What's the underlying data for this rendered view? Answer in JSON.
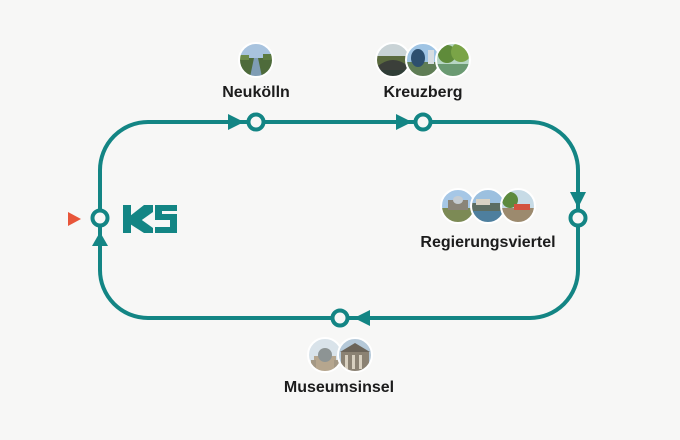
{
  "colors": {
    "route": "#138584",
    "start_marker": "#e8563a",
    "background": "#f7f7f6",
    "label": "#1c1c1c"
  },
  "logo": {
    "text": "K5"
  },
  "stops": [
    {
      "label": "Neukölln",
      "thumbnail_icons": [
        "canal-landscape-photo-icon"
      ]
    },
    {
      "label": "Kreuzberg",
      "thumbnail_icons": [
        "bridge-photo-icon",
        "skyline-photo-icon",
        "river-trees-photo-icon"
      ]
    },
    {
      "label": "Regierungsviertel",
      "thumbnail_icons": [
        "reichstag-photo-icon",
        "spree-photo-icon",
        "riverside-photo-icon"
      ]
    },
    {
      "label": "Museumsinsel",
      "thumbnail_icons": [
        "cathedral-photo-icon",
        "museum-photo-icon"
      ]
    }
  ]
}
